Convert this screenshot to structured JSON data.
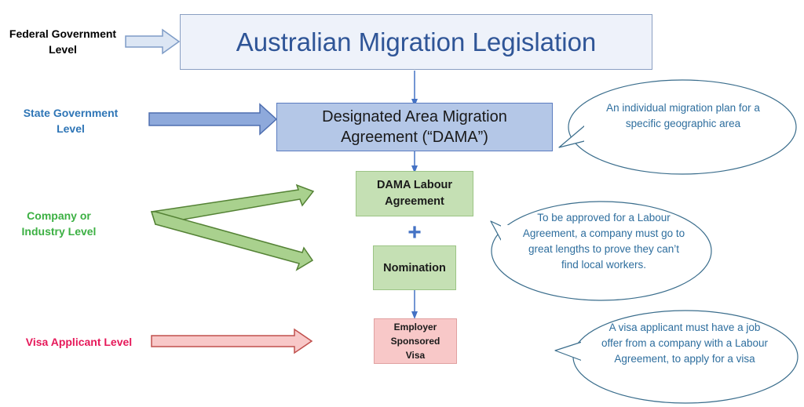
{
  "levels": {
    "federal": "Federal Government Level",
    "state": "State Government Level",
    "company": "Company or Industry Level",
    "visa_applicant": "Visa Applicant Level"
  },
  "boxes": {
    "legislation": "Australian Migration Legislation",
    "dama": "Designated Area Migration Agreement (“DAMA”)",
    "labour_agreement": "DAMA Labour Agreement",
    "plus": "+",
    "nomination": "Nomination",
    "visa": "Employer Sponsored Visa"
  },
  "bubbles": {
    "dama_note": "An individual migration plan for a specific geographic area",
    "labour_note": "To be approved for a Labour Agreement, a company must go to great lengths to prove they can’t find local workers.",
    "visa_note": "A visa applicant must have a job offer from a company with a Labour Agreement,  to apply for a visa"
  },
  "colors": {
    "federal_label": "#000000",
    "state_label": "#2e75b6",
    "company_label": "#3cb043",
    "visa_label": "#e6195a",
    "legislation_fill": "#eef2fa",
    "dama_fill": "#b4c7e7",
    "green_fill": "#c5e0b4",
    "visa_fill": "#f8c8c8",
    "arrow_blue": "#4472c4"
  }
}
